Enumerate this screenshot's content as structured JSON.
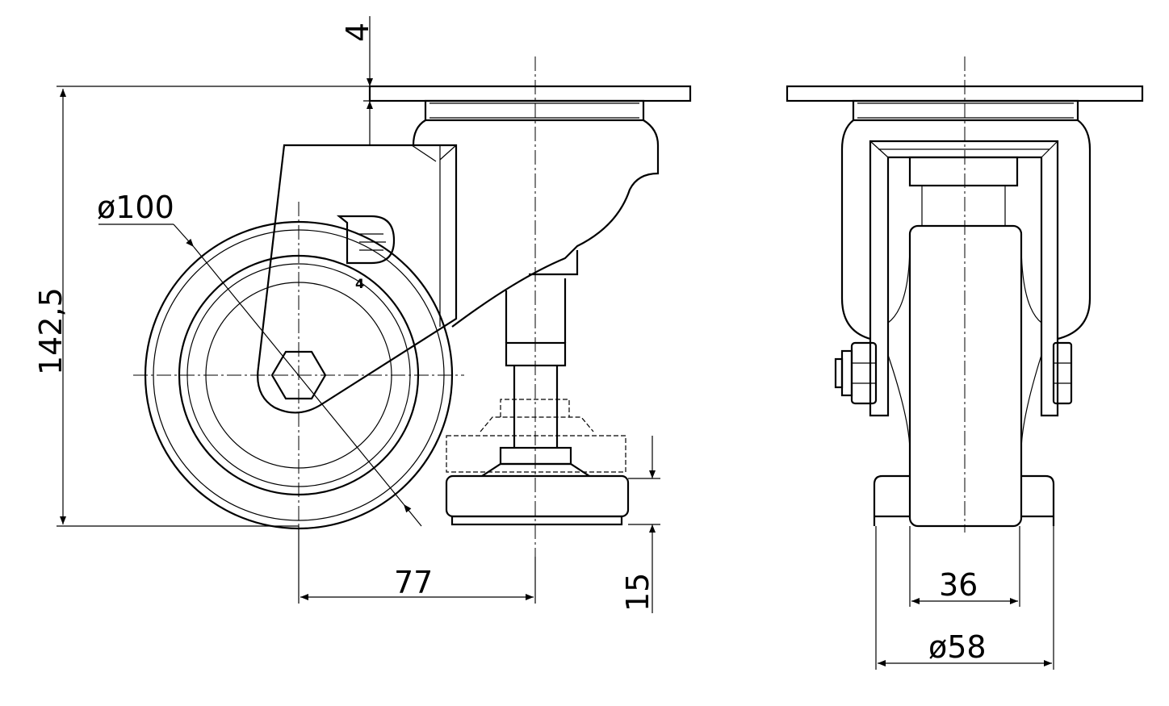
{
  "dimensions": {
    "plate_offset": "4",
    "wheel_diameter": "ø100",
    "total_height": "142,5",
    "offset": "77",
    "foot_height": "15",
    "wheel_width": "36",
    "foot_diameter": "ø58"
  },
  "logo": {
    "mark": "D",
    "number": "4"
  }
}
